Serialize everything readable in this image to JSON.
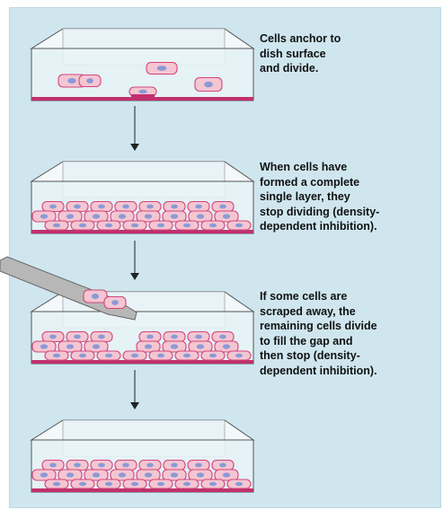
{
  "steps": [
    {
      "caption": "Cells anchor to\ndish surface\nand divide."
    },
    {
      "caption": "When cells have\nformed a complete\nsingle layer, they\nstop dividing (density-\ndependent inhibition)."
    },
    {
      "caption": "If some cells are\nscraped away, the\nremaining cells divide\nto fill the gap and\nthen stop (density-\ndependent inhibition)."
    },
    {
      "caption": ""
    }
  ],
  "colors": {
    "background": "#cfe6ef",
    "dish_wall": "#e9f3f7",
    "dish_edge": "#555555",
    "cell_fill": "#f4c6d2",
    "cell_outline": "#d4457a",
    "nucleus": "#8a9ad6",
    "dish_floor": "#c0306d",
    "arrow": "#222222",
    "scraper": "#b7b7b7"
  }
}
